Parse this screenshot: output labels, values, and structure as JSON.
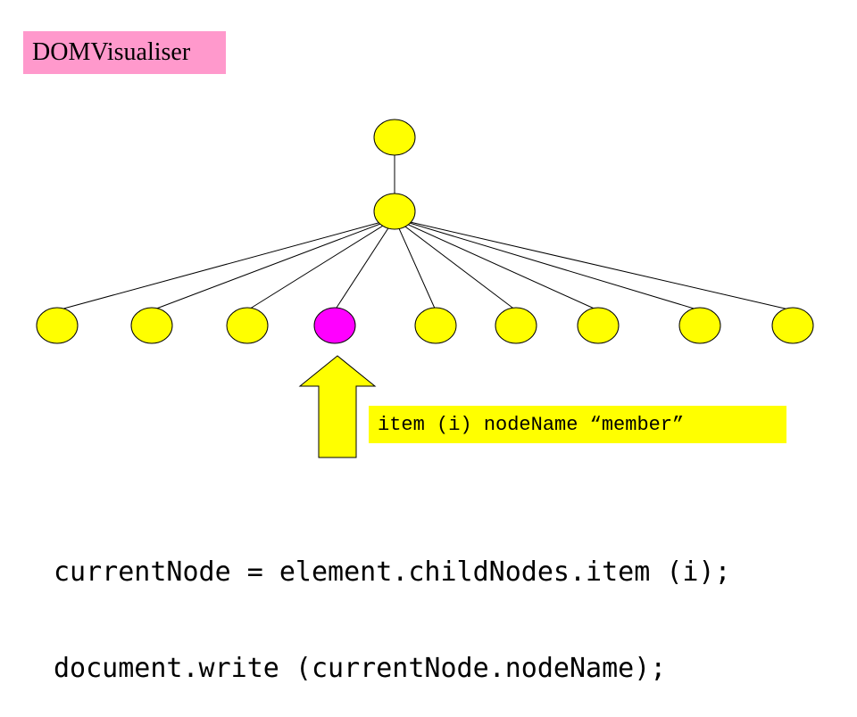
{
  "title": "DOMVisualiser",
  "callout": {
    "label": "item (i) nodeName “member”"
  },
  "code": {
    "lines": [
      "currentNode = element.childNodes.item (i);",
      "document.write (currentNode.nodeName);"
    ]
  },
  "colors": {
    "title_bg": "#ff99cc",
    "node_fill": "#ffff00",
    "highlight_fill": "#ff00ff",
    "arrow_fill": "#ffff00",
    "callout_bg": "#ffff00"
  },
  "tree": {
    "root": {
      "highlighted": false
    },
    "parent": {
      "highlighted": false
    },
    "children": [
      {
        "highlighted": false
      },
      {
        "highlighted": false
      },
      {
        "highlighted": false
      },
      {
        "highlighted": true
      },
      {
        "highlighted": false
      },
      {
        "highlighted": false
      },
      {
        "highlighted": false
      },
      {
        "highlighted": false
      },
      {
        "highlighted": false
      }
    ]
  }
}
